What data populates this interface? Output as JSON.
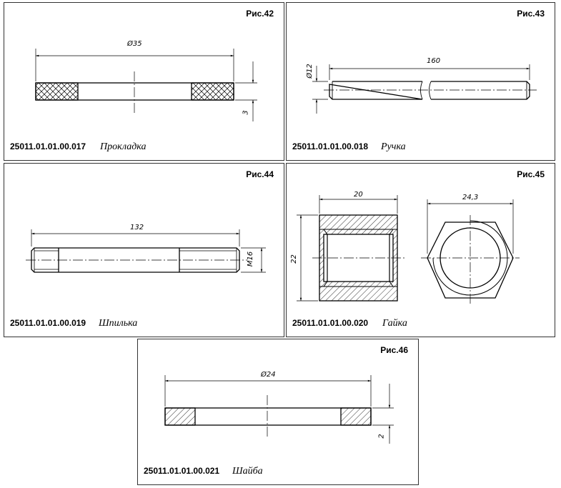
{
  "panels": [
    {
      "fig": "Рис.42",
      "code": "25011.01.01.00.017",
      "title": "Прокладка",
      "dims": {
        "diameter": "Ø35",
        "thickness": "3"
      }
    },
    {
      "fig": "Рис.43",
      "code": "25011.01.01.00.018",
      "title": "Ручка",
      "dims": {
        "diameter": "Ø12",
        "length": "160"
      }
    },
    {
      "fig": "Рис.44",
      "code": "25011.01.01.00.019",
      "title": "Шпилька",
      "dims": {
        "length": "132",
        "thread": "M16"
      }
    },
    {
      "fig": "Рис.45",
      "code": "25011.01.01.00.020",
      "title": "Гайка",
      "dims": {
        "width": "20",
        "height": "22",
        "across_flats": "24,3"
      }
    },
    {
      "fig": "Рис.46",
      "code": "25011.01.01.00.021",
      "title": "Шайба",
      "dims": {
        "diameter": "Ø24",
        "thickness": "2"
      }
    }
  ]
}
